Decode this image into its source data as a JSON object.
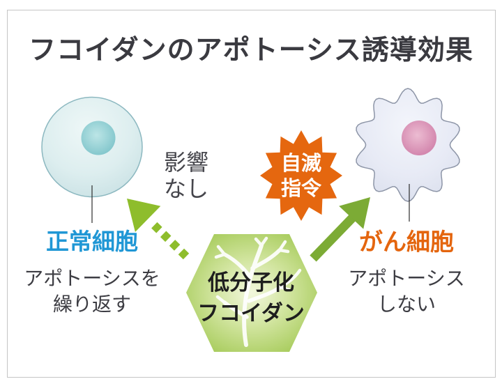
{
  "title": "フコイダンのアポトーシス誘導効果",
  "normal_cell": {
    "label": "正常細胞",
    "description_line1": "アポトーシスを",
    "description_line2": "繰り返す"
  },
  "cancer_cell": {
    "label": "がん細胞",
    "description_line1": "アポトーシス",
    "description_line2": "しない"
  },
  "no_effect": {
    "line1": "影響",
    "line2": "なし"
  },
  "destruct_badge": {
    "line1": "自滅",
    "line2": "指令"
  },
  "fucoidan_hexagon": {
    "line1": "低分子化",
    "line2": "フコイダン"
  },
  "colors": {
    "title_text": "#3a3a40",
    "normal_cell_label": "#2097d5",
    "normal_cell_fill": "#cde3e6",
    "normal_nucleus": "#7ec4ca",
    "cancer_cell_label": "#e4650e",
    "cancer_cell_fill": "#dde2ef",
    "cancer_nucleus": "#d080a9",
    "destruct_badge": "#e5670f",
    "hexagon_green": "#a5ca58",
    "arrow_dashed_green": "#8ebd2c",
    "arrow_solid_green": "#7cab35"
  }
}
